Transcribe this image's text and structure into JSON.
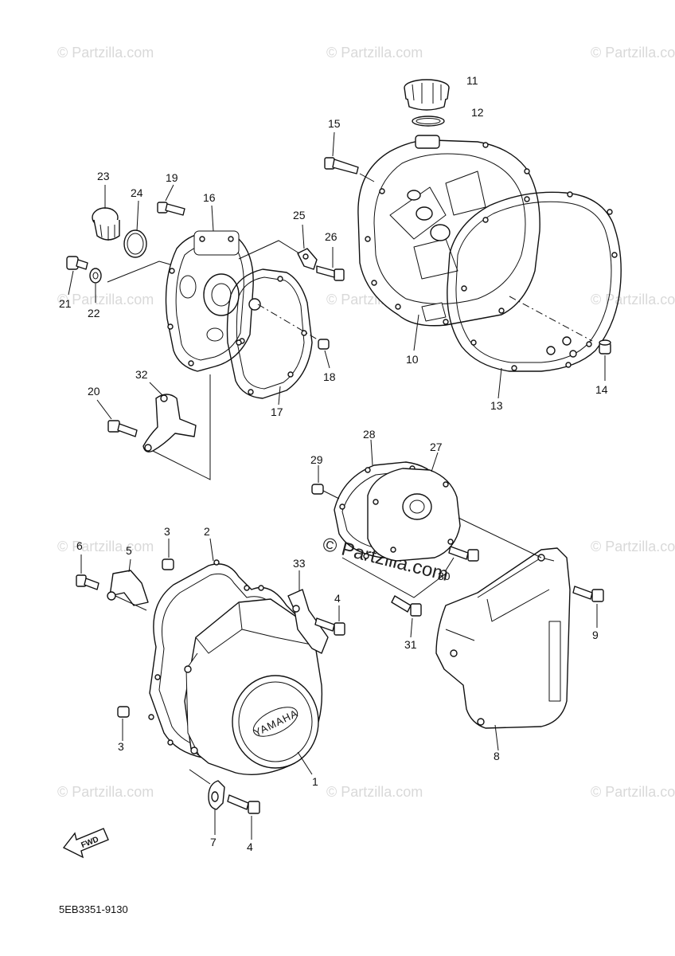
{
  "watermark": {
    "text": "© Partzilla.com",
    "main_text": "© Partzilla.com"
  },
  "diagram_code": "5EB3351-9130",
  "emblem_text": "YAMAHA",
  "arrow_label": "FWD",
  "callouts": {
    "c1": "1",
    "c2": "2",
    "c3a": "3",
    "c3b": "3",
    "c4a": "4",
    "c4b": "4",
    "c5": "5",
    "c6": "6",
    "c7": "7",
    "c8": "8",
    "c9": "9",
    "c10": "10",
    "c11": "11",
    "c12": "12",
    "c13": "13",
    "c14": "14",
    "c15": "15",
    "c16": "16",
    "c17": "17",
    "c18": "18",
    "c19": "19",
    "c20": "20",
    "c21": "21",
    "c22": "22",
    "c23": "23",
    "c24": "24",
    "c25": "25",
    "c26": "26",
    "c27": "27",
    "c28": "28",
    "c29": "29",
    "c30": "30",
    "c31": "31",
    "c32": "32",
    "c33": "33"
  }
}
